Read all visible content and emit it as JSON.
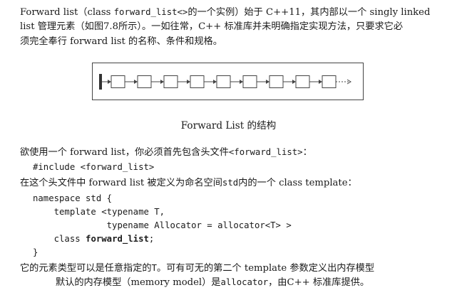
{
  "intro": {
    "line1_a": "Forward list（class ",
    "line1_code": "forward_list<>",
    "line1_b": "的一个实例）始于 C++11，其内部以一个 singly linked",
    "line2": "list 管理元素（如图7.8所示）。一如往常，C++ 标准库并未明确指定实现方法，只要求它必",
    "line3": "须完全奉行 forward list 的名称、条件和规格。"
  },
  "figure": {
    "caption": "Forward List 的结构",
    "node_count": 9
  },
  "include_section": {
    "text_a": "欲使用一个 forward list，你必须首先包含头文件",
    "text_code": "<forward_list>",
    "text_b": "：",
    "code": "#include <forward_list>"
  },
  "namespace_section": {
    "text_a": "在这个头文件中 forward list 被定义为命名空间",
    "text_code": "std",
    "text_b": "内的一个 class template：",
    "code_line1": "namespace std {",
    "code_line2": "    template <typename T,",
    "code_line3": "              typename Allocator = allocator<T> >",
    "code_line4_a": "    class ",
    "code_line4_bold": "forward_list",
    "code_line4_b": ";",
    "code_line5": "}"
  },
  "closing": {
    "line1_a": "它的元素类型可以是任意指定的",
    "line1_code": "T",
    "line1_b": "。可有可无的第二个 template 参数定义出内存模型",
    "line2_a": "默认的内存模型（memory model）是",
    "line2_code": "allocator",
    "line2_b": "，由C++ 标准库提供。"
  }
}
